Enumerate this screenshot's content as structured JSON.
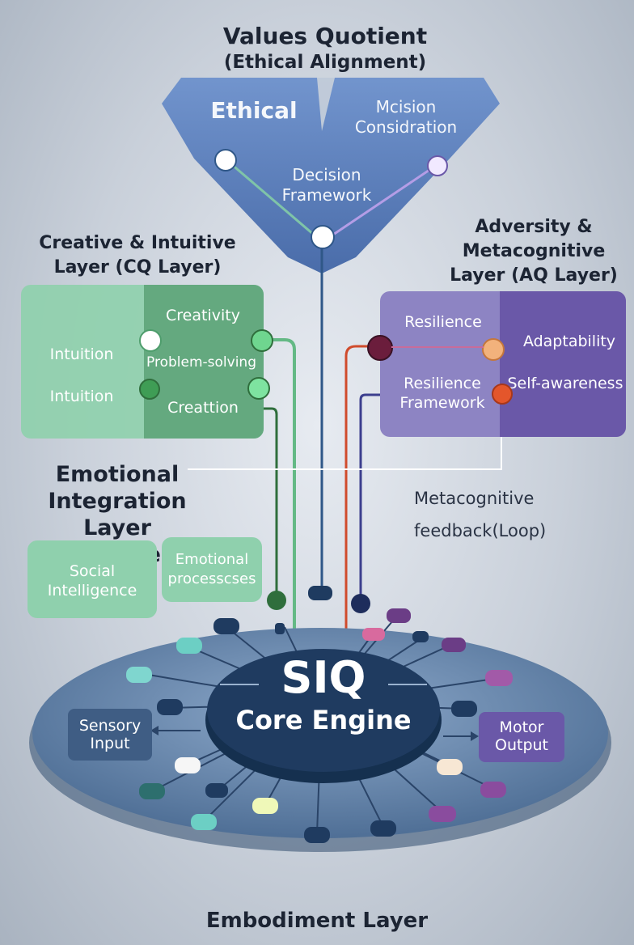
{
  "values": {
    "title": "Values Quotient",
    "subtitle": "(Ethical Alignment)",
    "ethical": "Ethical",
    "decision_consideration": "Mcision\nConsidration",
    "decision_framework": "Decision\nFramework"
  },
  "cq": {
    "title": "Creative & Intuitive\nLayer (CQ Layer)",
    "intuition_1": "Intuition",
    "intuition_2": "Intuition",
    "creativity": "Creativity",
    "problem_solving": "Problem-solving",
    "creation": "Creattion"
  },
  "aq": {
    "title": "Adversity &\nMetacognitive\nLayer (AQ Layer)",
    "resilience": "Resilience",
    "resilience_framework": "Resilience\nFramework",
    "adaptability": "Adaptability",
    "self_awareness": "Self-awareness"
  },
  "eq": {
    "title": "Emotional\nIntegration Layer\n(EQ Layer)",
    "social": "Social\nIntelligence",
    "emotional": "Emotional\nprocesscses"
  },
  "feedback": "Metacognitive\nfeedback(Loop)",
  "core": {
    "title": "SIQ",
    "subtitle": "Core Engine"
  },
  "sensory": "Sensory\nInput",
  "motor": "Motor\nOutput",
  "embodiment": "Embodiment Layer",
  "colors": {
    "values_blue": "#4a72b0",
    "cq_green": "#7cc39b",
    "aq_purple": "#6a58a8",
    "eq_green": "#8fd0ad",
    "core_navy": "#1f3b60",
    "disc_blue": "#6f90b6"
  }
}
